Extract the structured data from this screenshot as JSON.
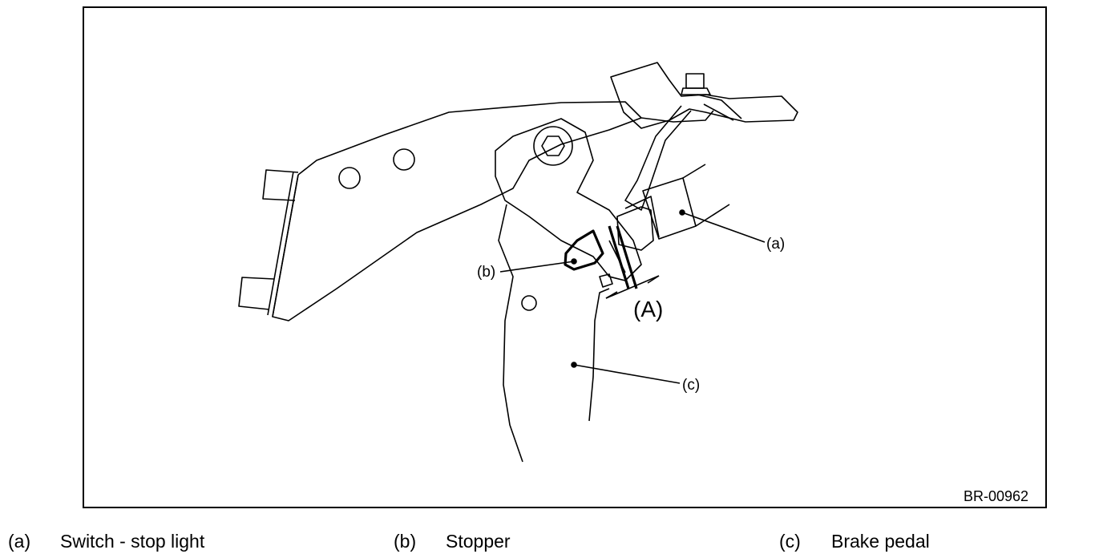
{
  "diagram": {
    "code": "BR-00962",
    "dimension_label": "(A)",
    "callouts": {
      "a": "(a)",
      "b": "(b)",
      "c": "(c)"
    }
  },
  "legend": [
    {
      "key": "(a)",
      "text": "Switch - stop light"
    },
    {
      "key": "(b)",
      "text": "Stopper"
    },
    {
      "key": "(c)",
      "text": "Brake pedal"
    }
  ]
}
